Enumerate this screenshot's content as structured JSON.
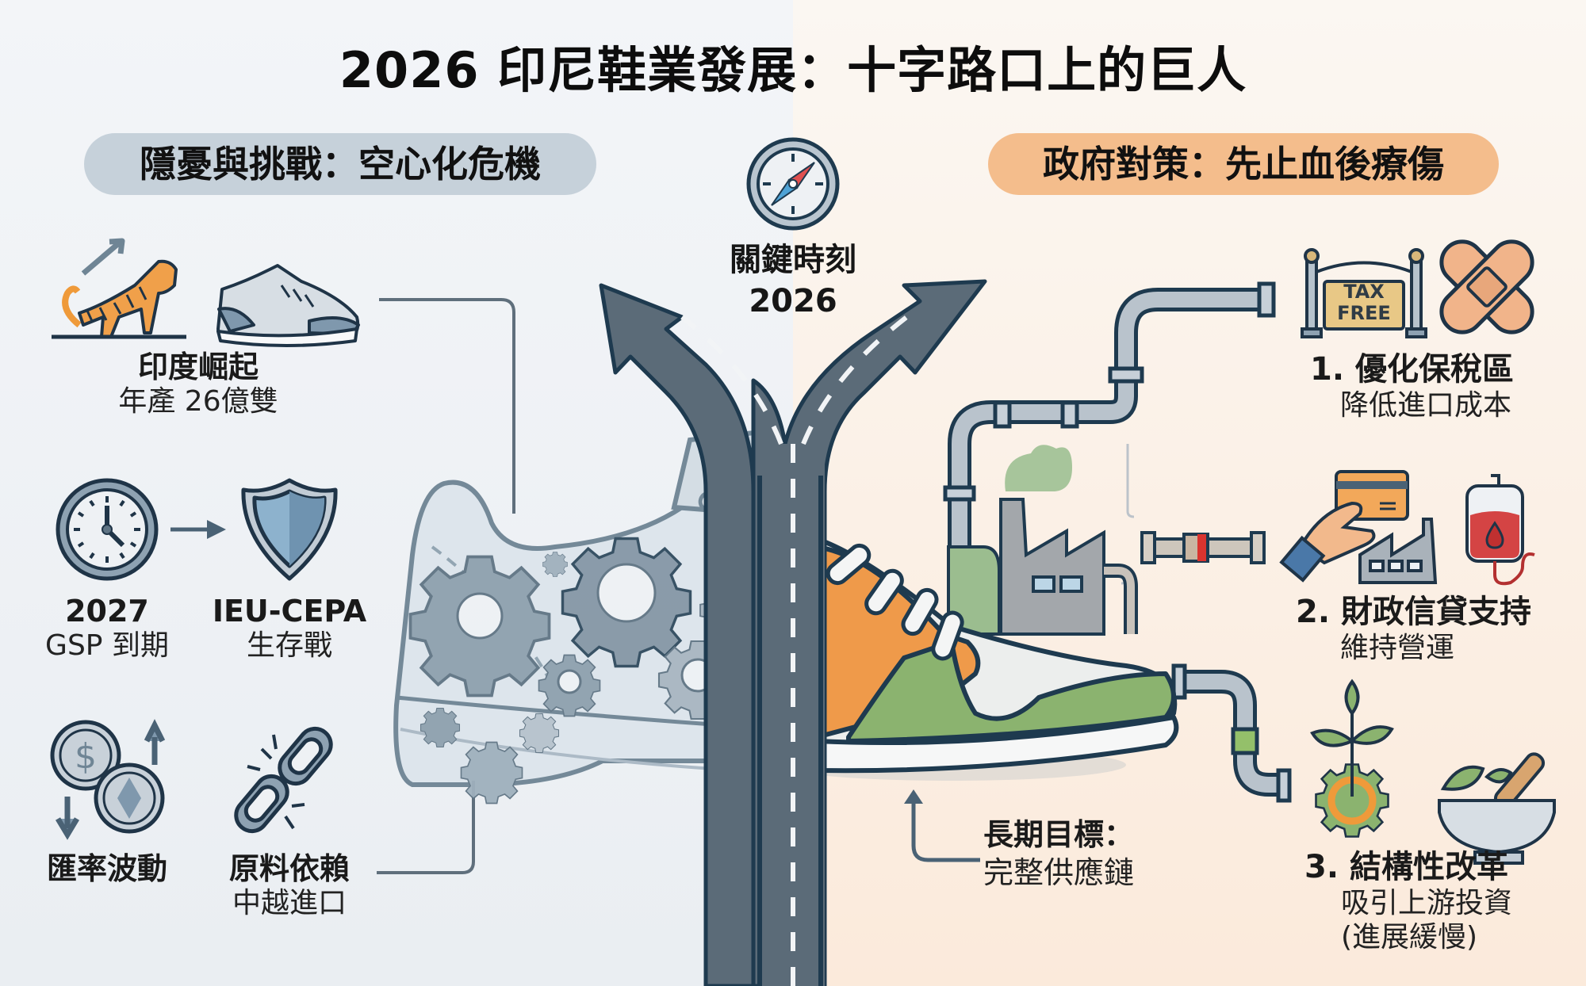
{
  "title": "2026 印尼鞋業發展：十字路口上的巨人",
  "left_panel": {
    "heading": "隱憂與挑戰：空心化危機",
    "items": [
      {
        "icon": "tiger-icon",
        "title": "印度崛起",
        "subtitle": "年產 26億雙"
      },
      {
        "icon": "clock-icon",
        "title": "2027",
        "subtitle": "GSP 到期"
      },
      {
        "icon": "shield-icon",
        "title": "IEU-CEPA",
        "subtitle": "生存戰"
      },
      {
        "icon": "currency-exchange-icon",
        "title": "匯率波動",
        "subtitle": ""
      },
      {
        "icon": "broken-chain-icon",
        "title": "原料依賴",
        "subtitle": "中越進口"
      }
    ]
  },
  "center": {
    "icon": "compass-icon",
    "label": "關鍵時刻",
    "year": "2026",
    "goal_title": "長期目標：",
    "goal_subtitle": "完整供應鏈"
  },
  "right_panel": {
    "heading": "政府對策：先止血後療傷",
    "items": [
      {
        "icons": [
          "tax-free-sign-icon",
          "bandage-icon"
        ],
        "sign_text": [
          "TAX",
          "FREE"
        ],
        "title": "1. 優化保稅區",
        "subtitle": "降低進口成本"
      },
      {
        "icons": [
          "credit-card-hand-icon",
          "factory-icon",
          "blood-bag-icon"
        ],
        "title": "2. 財政信貸支持",
        "subtitle": "維持營運"
      },
      {
        "icons": [
          "plant-gear-icon",
          "mortar-pestle-icon"
        ],
        "title": "3. 結構性改革",
        "subtitle": "吸引上游投資",
        "note": "(進展緩慢)"
      }
    ]
  },
  "colors": {
    "left_pill": "#c6d1da",
    "right_pill": "#f4bd8c",
    "road": "#5b6b78",
    "outline": "#1e3a4f",
    "shoe_orange": "#ef9a4a",
    "shoe_green": "#8bb36f",
    "pipe": "#b9c3cc"
  }
}
